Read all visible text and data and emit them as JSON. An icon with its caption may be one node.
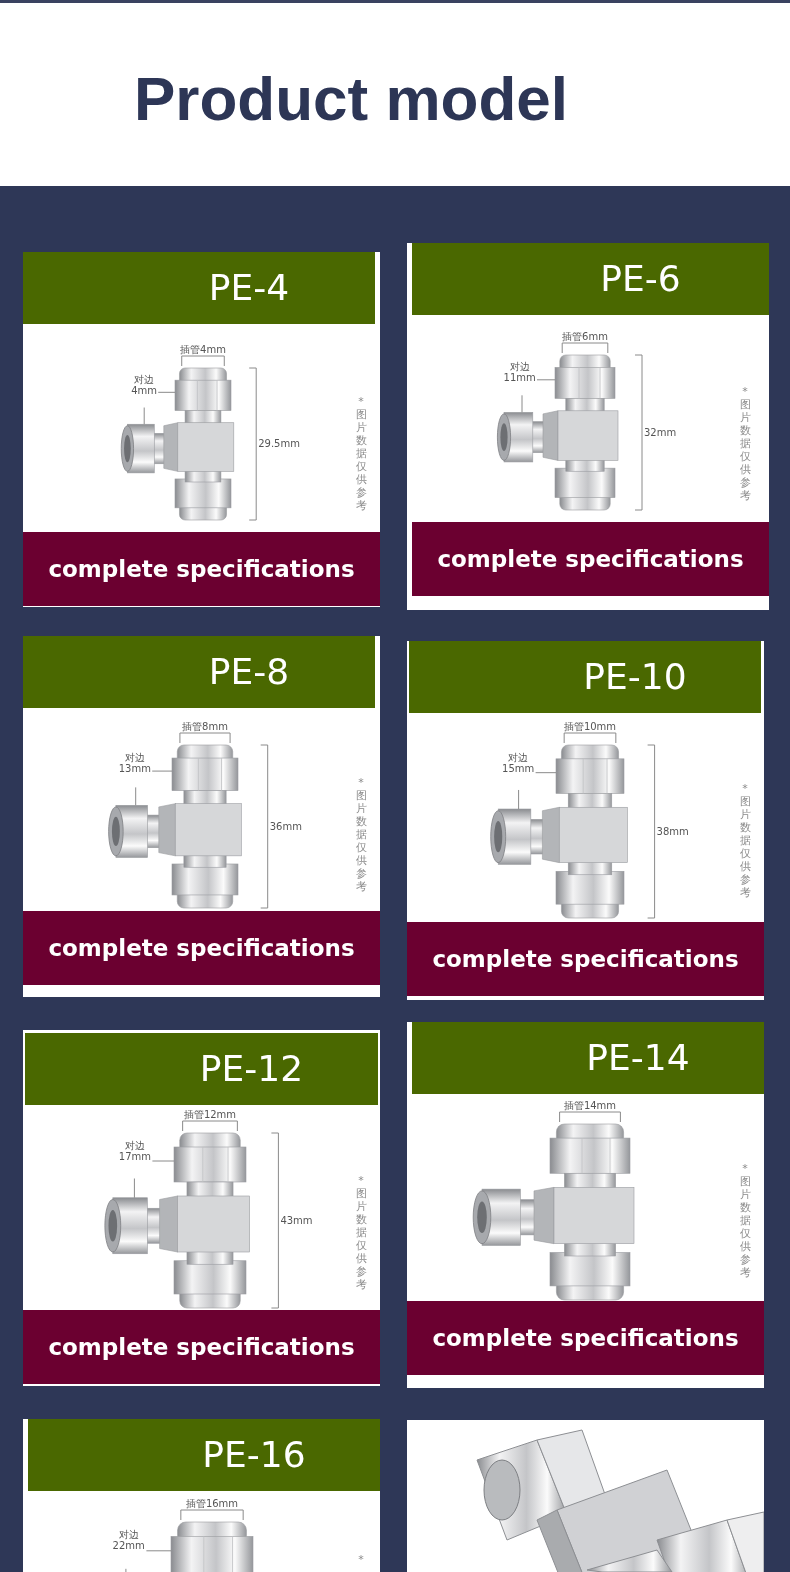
{
  "diagram": {
    "title": "Product model",
    "nodes": [
      {
        "text": [
          "PE-4",
          "插管4mm",
          "对边 4mm",
          "29.5mm",
          "*图片数据仅供参考",
          "complete specifications"
        ]
      },
      {
        "text": [
          "PE-6",
          "插管6mm",
          "对边 11mm",
          "32mm",
          "*图片数据仅供参考",
          "complete specifications"
        ]
      },
      {
        "text": [
          "PE-8",
          "插管8mm",
          "对边 13mm",
          "36mm",
          "*图片数据仅供参考",
          "complete specifications"
        ]
      },
      {
        "text": [
          "PE-10",
          "插管10mm",
          "对边 15mm",
          "38mm",
          "*图片数据仅供参考",
          "complete specifications"
        ]
      },
      {
        "text": [
          "PE-12",
          "插管12mm",
          "对边 17mm",
          "43mm",
          "*图片数据仅供参考",
          "complete specifications"
        ]
      },
      {
        "text": [
          "PE-14",
          "插管14mm",
          "*图片数据仅供参考",
          "complete specifications"
        ]
      },
      {
        "text": [
          "PE-16",
          "插管16mm",
          "对边 22mm",
          "*"
        ]
      },
      {
        "text": [],
        "shape": "picture"
      }
    ]
  }
}
